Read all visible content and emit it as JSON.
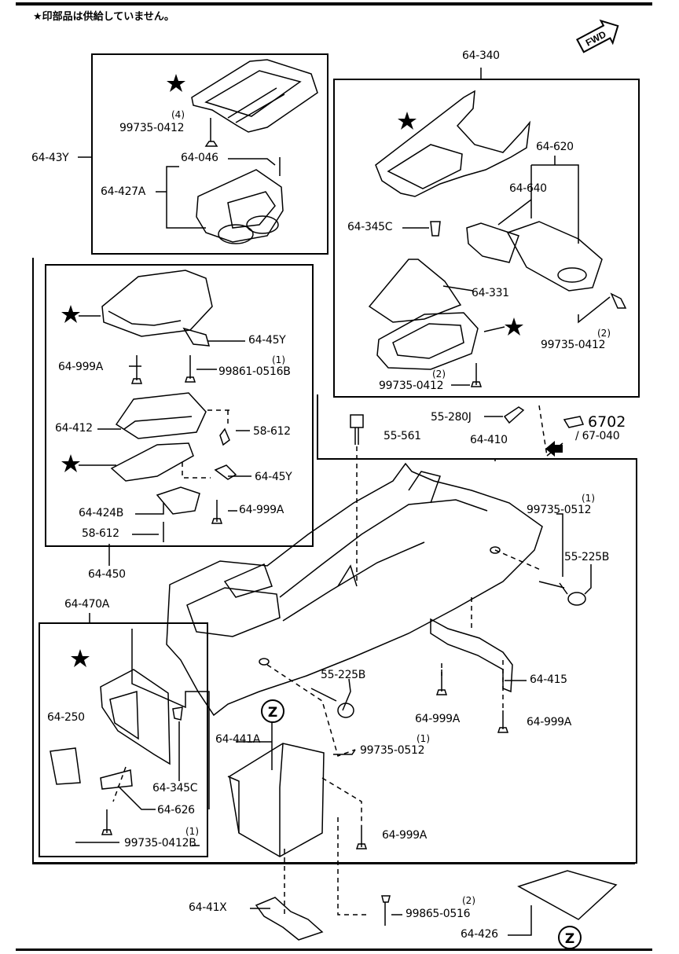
{
  "header_note": "★印部品は供給していません。",
  "fwd_label": "FWD",
  "ref": {
    "code": "6702",
    "sub": "/ 67-040"
  },
  "zone_marker": "Z",
  "labels": {
    "l_64_340": "64-340",
    "l_64_43Y": "64-43Y",
    "l_64_046": "64-046",
    "l_64_427A": "64-427A",
    "l_99735_0412_a": "99735-0412",
    "l_q4": "(4)",
    "l_64_620": "64-620",
    "l_64_640": "64-640",
    "l_64_345C_a": "64-345C",
    "l_64_331": "64-331",
    "l_99735_0412_b": "99735-0412",
    "l_q2_b": "(2)",
    "l_99735_0412_c": "99735-0412",
    "l_q2_c": "(2)",
    "l_64_45Y_a": "64-45Y",
    "l_64_999A_a": "64-999A",
    "l_99861_0516B": "99861-0516B",
    "l_q1_a": "(1)",
    "l_64_412": "64-412",
    "l_58_612_a": "58-612",
    "l_64_45Y_b": "64-45Y",
    "l_64_424B": "64-424B",
    "l_64_999A_b": "64-999A",
    "l_58_612_b": "58-612",
    "l_64_450": "64-450",
    "l_55_280J": "55-280J",
    "l_55_561": "55-561",
    "l_64_410": "64-410",
    "l_99735_0512_a": "99735-0512",
    "l_q1_b": "(1)",
    "l_55_225B_a": "55-225B",
    "l_64_470A": "64-470A",
    "l_64_250": "64-250",
    "l_64_345C_b": "64-345C",
    "l_64_626": "64-626",
    "l_99735_0412B": "99735-0412B",
    "l_q1_c": "(1)",
    "l_55_225B_b": "55-225B",
    "l_64_441A": "64-441A",
    "l_99735_0512_b": "99735-0512",
    "l_q1_d": "(1)",
    "l_64_999A_c": "64-999A",
    "l_64_415": "64-415",
    "l_64_999A_d": "64-999A",
    "l_64_999A_e": "64-999A",
    "l_64_41X": "64-41X",
    "l_99865_0516": "99865-0516",
    "l_q2_d": "(2)",
    "l_64_426": "64-426"
  }
}
